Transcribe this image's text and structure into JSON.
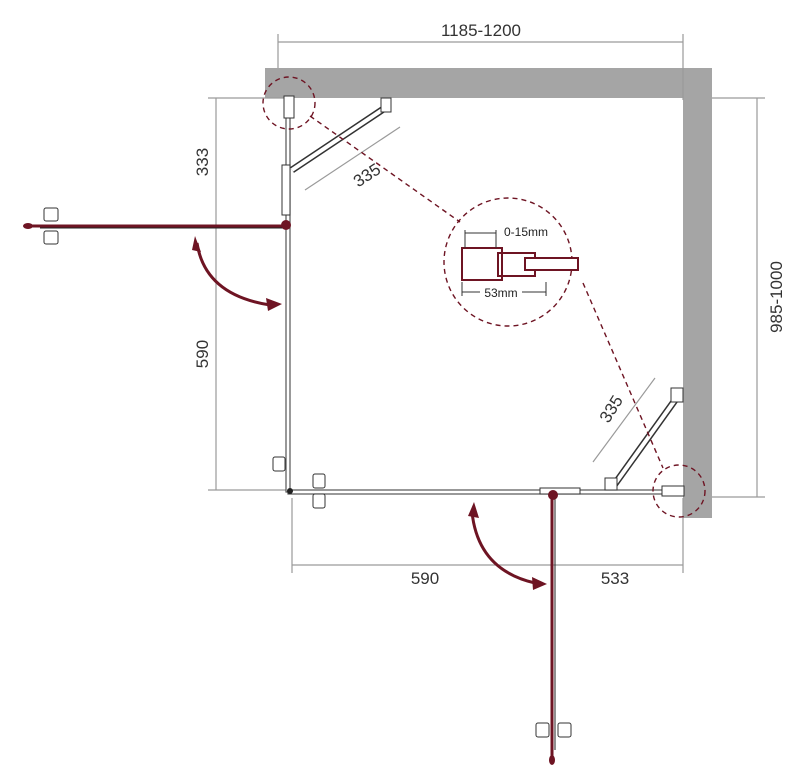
{
  "dimensions": {
    "total_width": "1185-1200",
    "total_depth": "985-1000",
    "left_upper": "333",
    "left_lower": "590",
    "bottom_left": "590",
    "bottom_right": "533",
    "stabilizer_top": "335",
    "stabilizer_right": "335"
  },
  "detail": {
    "adjustment": "0-15mm",
    "profile_width": "53mm"
  },
  "colors": {
    "wall": "#a5a5a5",
    "accent": "#6e1423",
    "dimension": "#9a9a9a"
  }
}
